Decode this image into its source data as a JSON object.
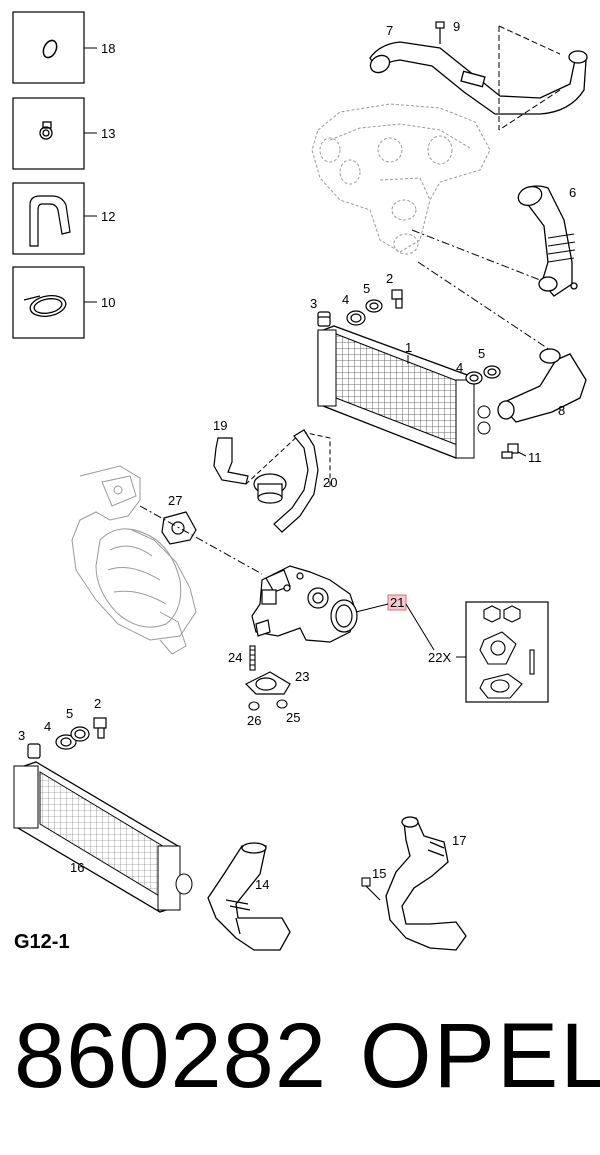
{
  "diagram": {
    "sheet_code": "G12-1",
    "highlight_color": "#e8a0a8",
    "callouts": {
      "c18": "18",
      "c13": "13",
      "c12": "12",
      "c10": "10",
      "c7": "7",
      "c9": "9",
      "c6": "6",
      "c3a": "3",
      "c4a": "4",
      "c5a": "5",
      "c2a": "2",
      "c1": "1",
      "c4b": "4",
      "c5b": "5",
      "c8": "8",
      "c11": "11",
      "c19": "19",
      "c20": "20",
      "c27": "27",
      "c21": "21",
      "c22": "22X",
      "c24": "24",
      "c23": "23",
      "c26": "26",
      "c25": "25",
      "c3c": "3",
      "c4c": "4",
      "c5c": "5",
      "c2c": "2",
      "c16": "16",
      "c14": "14",
      "c15": "15",
      "c17": "17"
    }
  },
  "footer": {
    "part_number": "860282",
    "brand": "OPEL"
  }
}
